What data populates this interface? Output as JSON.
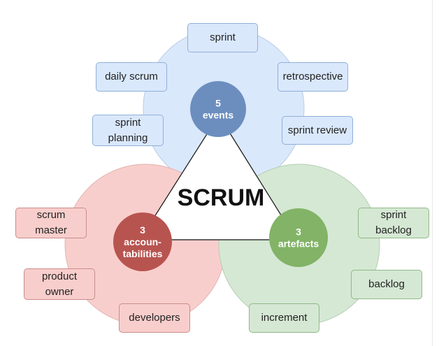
{
  "diagram": {
    "center_label": "SCRUM",
    "hubs": {
      "events": "5\nevents",
      "accountabilities": "3\naccoun-\ntabilities",
      "artefacts": "3\nartefacts"
    },
    "events_items": {
      "sprint": "sprint",
      "daily_scrum": "daily scrum",
      "retrospective": "retrospective",
      "sprint_planning": "sprint\nplanning",
      "sprint_review": "sprint review"
    },
    "accountabilities_items": {
      "scrum_master": "scrum\nmaster",
      "product_owner": "product\nowner",
      "developers": "developers"
    },
    "artefacts_items": {
      "sprint_backlog": "sprint\nbacklog",
      "backlog": "backlog",
      "increment": "increment"
    },
    "colors": {
      "events_fill": "#dae8fc",
      "events_hub": "#6c8ebf",
      "accountabilities_fill": "#f8cecc",
      "accountabilities_hub": "#b85450",
      "artefacts_fill": "#d5e8d4",
      "artefacts_hub": "#82b366"
    }
  }
}
